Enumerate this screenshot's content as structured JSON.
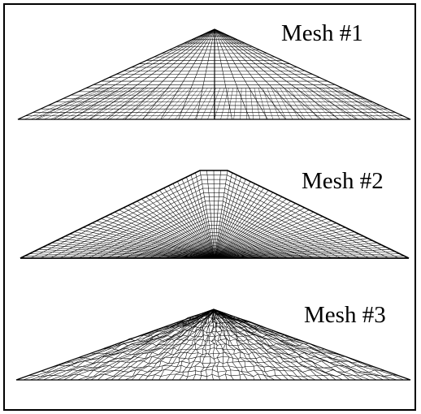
{
  "figure": {
    "meshes": [
      {
        "label": "Mesh #1",
        "style": "structured triangular mesh with central ridge line"
      },
      {
        "label": "Mesh #2",
        "style": "radial fan mesh with flattened apex"
      },
      {
        "label": "Mesh #3",
        "style": "unstructured quadrilateral mesh"
      }
    ]
  },
  "colors": {
    "line": "#000000",
    "background": "#ffffff"
  }
}
